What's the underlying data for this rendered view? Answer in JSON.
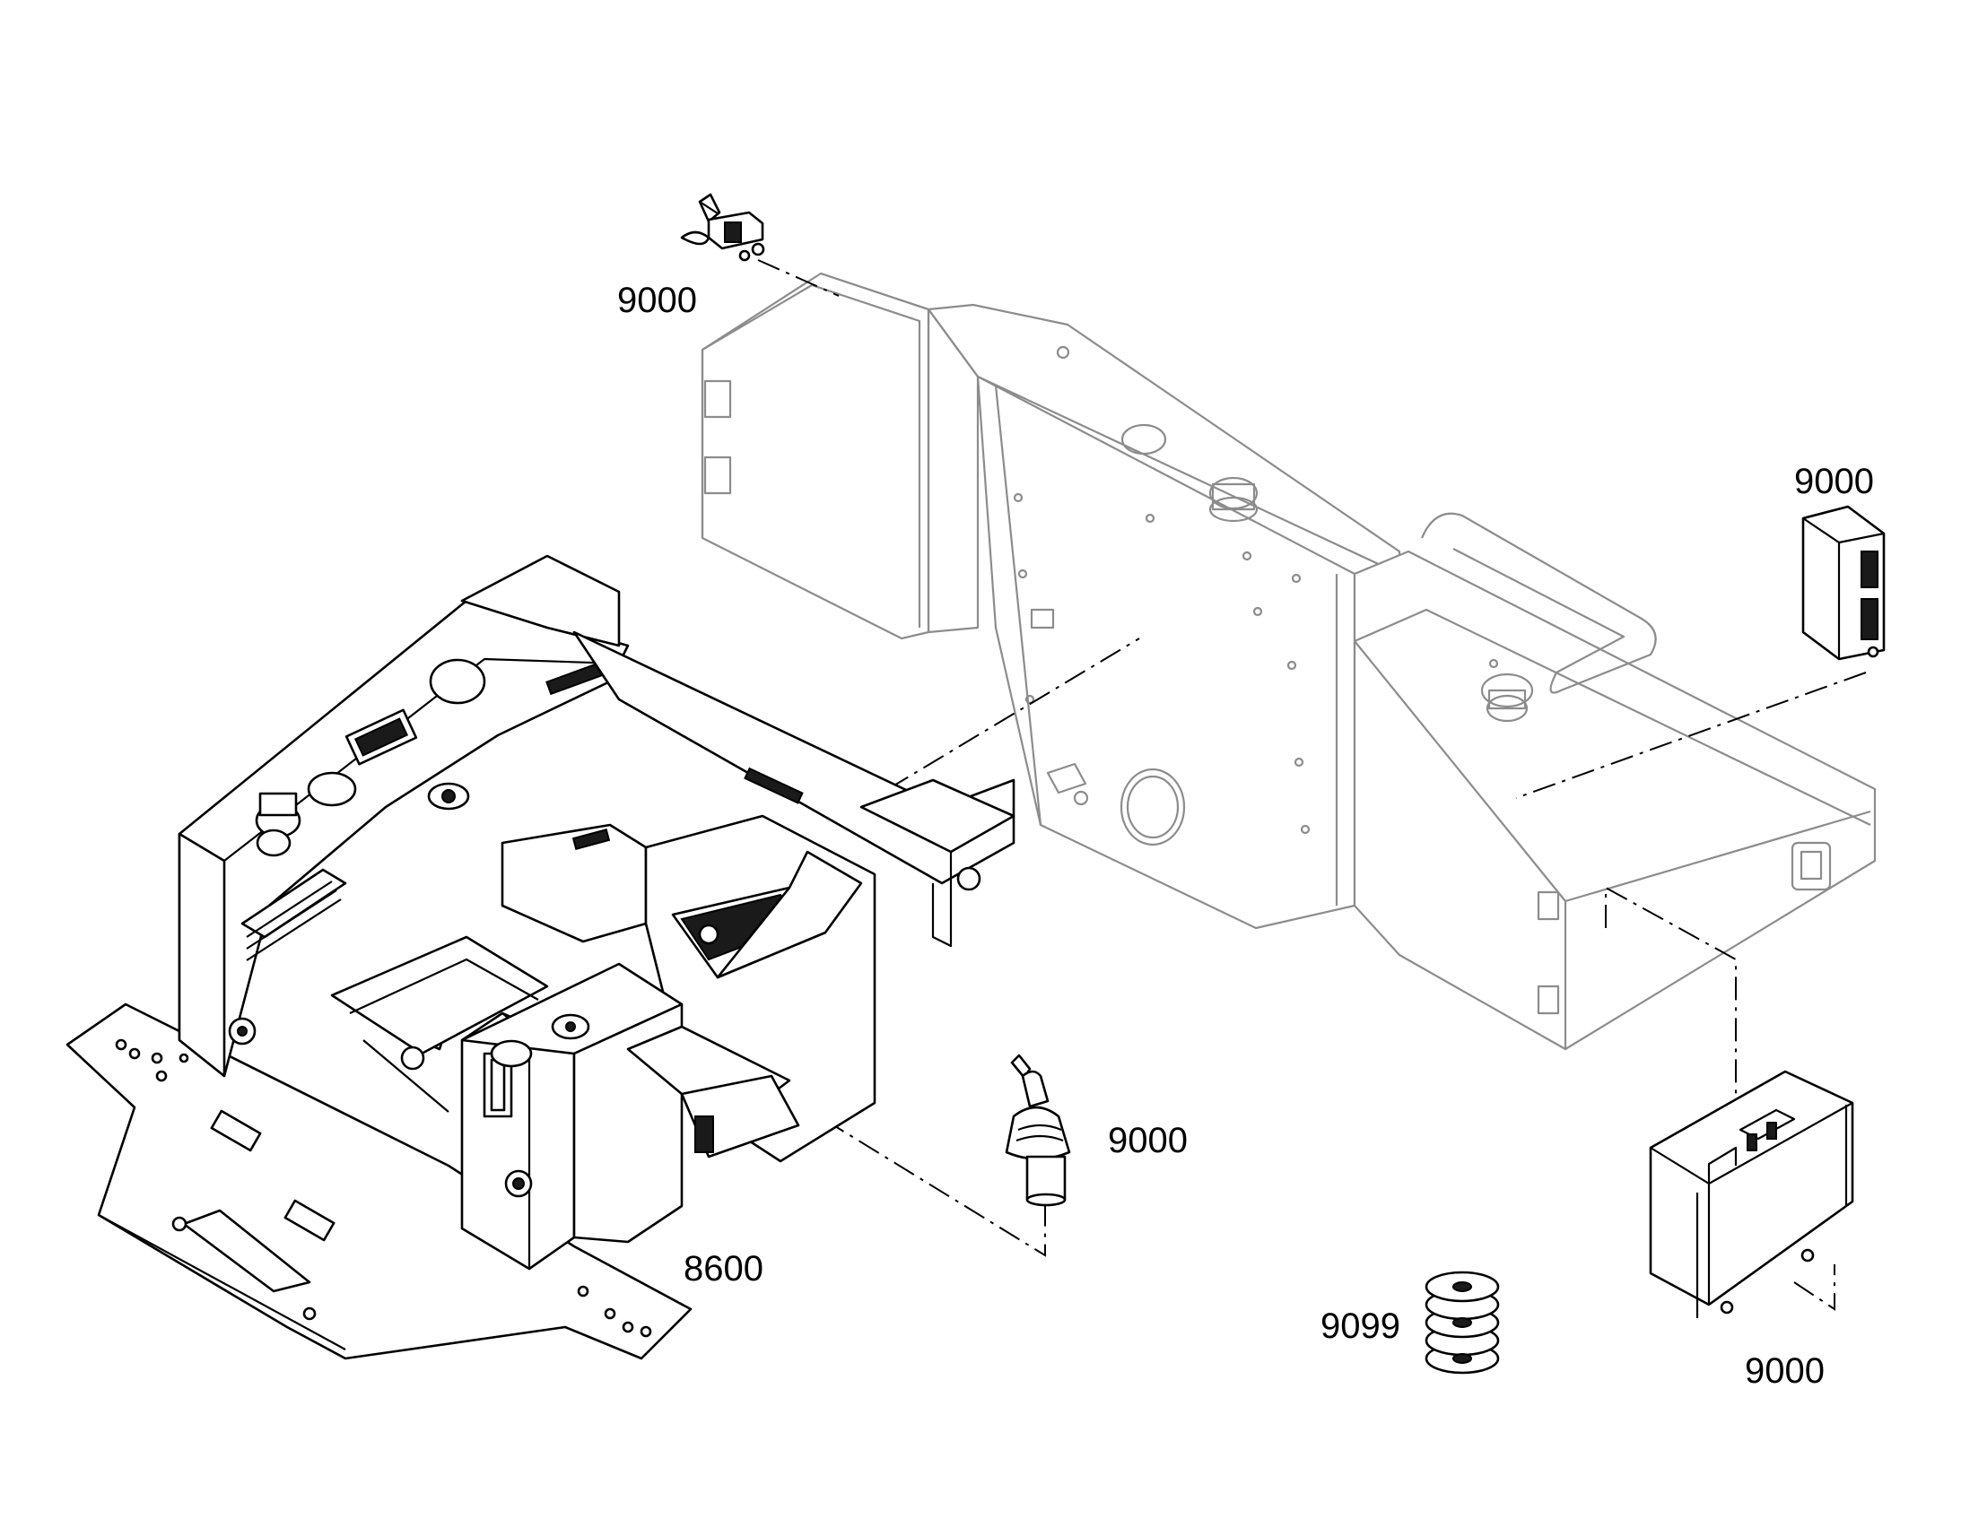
{
  "diagram": {
    "callouts": [
      {
        "id": "valve-top",
        "label": "9000"
      },
      {
        "id": "control-module-right",
        "label": "9000"
      },
      {
        "id": "joystick",
        "label": "9000"
      },
      {
        "id": "console-frame",
        "label": "8600"
      },
      {
        "id": "spare-parts-kit",
        "label": "9099"
      },
      {
        "id": "electronic-box",
        "label": "9000"
      }
    ]
  }
}
